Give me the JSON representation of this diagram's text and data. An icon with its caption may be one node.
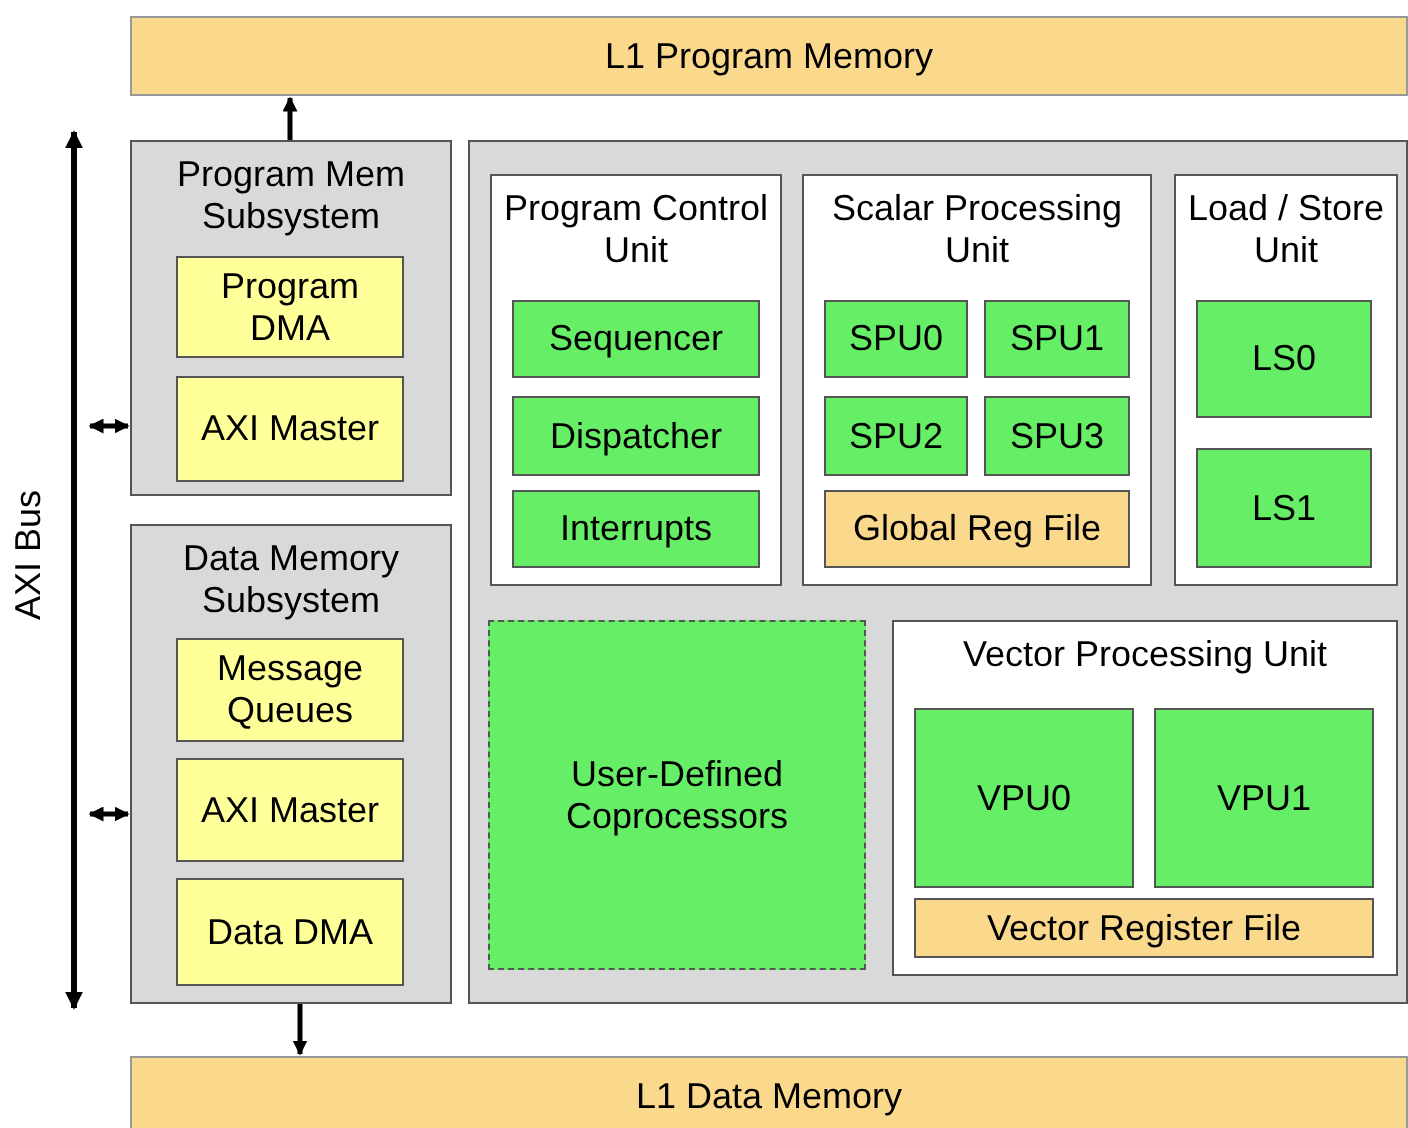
{
  "diagram": {
    "nodes": [
      {
        "text": [
          "L1 Program Memory"
        ]
      },
      {
        "text": [
          "AXI Bus"
        ]
      },
      {
        "text": [
          "Program Mem Subsystem"
        ]
      },
      {
        "text": [
          "Program DMA"
        ],
        "in": 2
      },
      {
        "text": [
          "AXI Master"
        ],
        "in": 2
      },
      {
        "text": [
          "Data Memory Subsystem"
        ]
      },
      {
        "text": [
          "Message Queues"
        ],
        "in": 5
      },
      {
        "text": [
          "AXI Master"
        ],
        "in": 5
      },
      {
        "text": [
          "Data DMA"
        ],
        "in": 5
      },
      {
        "text": [],
        "shape": "box"
      },
      {
        "text": [
          "Program Control Unit"
        ],
        "in": 9
      },
      {
        "text": [
          "Sequencer"
        ],
        "in": 10
      },
      {
        "text": [
          "Dispatcher"
        ],
        "in": 10
      },
      {
        "text": [
          "Interrupts"
        ],
        "in": 10
      },
      {
        "text": [
          "Scalar Processing Unit"
        ],
        "in": 9
      },
      {
        "text": [
          "SPU0"
        ],
        "in": 14
      },
      {
        "text": [
          "SPU1"
        ],
        "in": 14
      },
      {
        "text": [
          "SPU2"
        ],
        "in": 14
      },
      {
        "text": [
          "SPU3"
        ],
        "in": 14
      },
      {
        "text": [
          "Global Reg File"
        ],
        "in": 14
      },
      {
        "text": [
          "Load / Store Unit"
        ],
        "in": 9
      },
      {
        "text": [
          "LS0"
        ],
        "in": 20
      },
      {
        "text": [
          "LS1"
        ],
        "in": 20
      },
      {
        "text": [
          "User-Defined Coprocessors"
        ],
        "in": 9
      },
      {
        "text": [
          "Vector Processing Unit"
        ],
        "in": 9
      },
      {
        "text": [
          "VPU0"
        ],
        "in": 24
      },
      {
        "text": [
          "VPU1"
        ],
        "in": 24
      },
      {
        "text": [
          "Vector Register File"
        ],
        "in": 24
      },
      {
        "text": [
          "L1 Data Memory"
        ]
      }
    ],
    "edges": [
      {
        "from": 2,
        "to": 0,
        "arrow": "to"
      },
      {
        "from": 1,
        "to": 2,
        "arrow": "both"
      },
      {
        "from": 1,
        "to": 5,
        "arrow": "both"
      },
      {
        "from": 5,
        "to": 28,
        "arrow": "to"
      }
    ]
  }
}
